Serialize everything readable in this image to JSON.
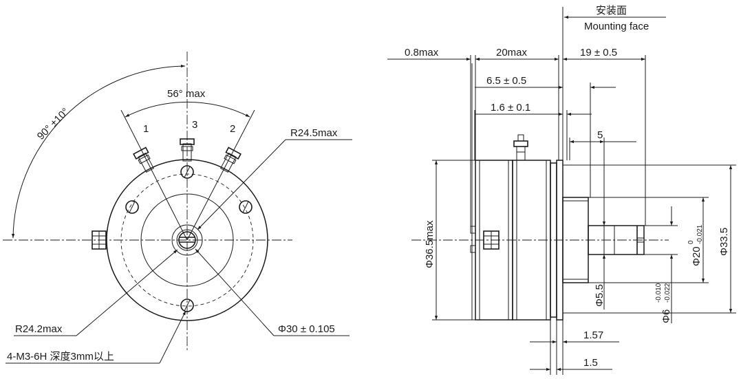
{
  "front_view": {
    "angle_90": "90° ±10°",
    "angle_56": "56°  max",
    "terminal_1": "1",
    "terminal_2": "2",
    "terminal_3": "3",
    "radius_outer": "R24.5max",
    "radius_inner": "R24.2max",
    "diameter_pcd": "Φ30 ± 0.105",
    "mount_holes": "4-M3-6H 深度3mm以上"
  },
  "side_view": {
    "mounting_face_cn": "安装面",
    "mounting_face_en": "Mounting face",
    "dim_08max": "0.8max",
    "dim_20max": "20max",
    "dim_19": "19 ± 0.5",
    "dim_65": "6.5 ± 0.5",
    "dim_16": "1.6 ± 0.1",
    "dim_5": "5",
    "dim_365": "Φ36.5max",
    "dim_20d": "Φ20",
    "dim_20d_upper": "0",
    "dim_20d_lower": "-0.021",
    "dim_335": "Φ33.5",
    "dim_55": "Φ5.5",
    "dim_6d": "Φ6",
    "dim_6d_upper": "-0.010",
    "dim_6d_lower": "-0.022",
    "dim_157": "1.57",
    "dim_15": "1.5"
  }
}
